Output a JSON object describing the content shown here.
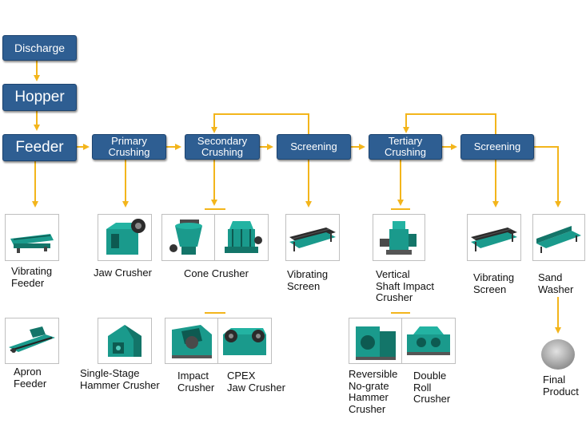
{
  "colors": {
    "step_box": "#2e5e92",
    "arrow": "#f3b51b",
    "machine": "#1a9a8c"
  },
  "process_steps": {
    "discharge": "Discharge",
    "hopper": "Hopper",
    "feeder": "Feeder",
    "primary": "Primary\nCrushing",
    "secondary": "Secondary\nCrushing",
    "screening_1": "Screening",
    "tertiary": "Tertiary\nCrushing",
    "screening_2": "Screening"
  },
  "equipment": {
    "vibrating_feeder": "Vibrating\nFeeder",
    "apron_feeder": "Apron\nFeeder",
    "jaw_crusher": "Jaw Crusher",
    "hammer_crusher": "Single-Stage\nHammer Crusher",
    "cone_crusher": "Cone Crusher",
    "impact_crusher": "Impact\nCrusher",
    "cpex_jaw_crusher": "CPEX\nJaw Crusher",
    "vibrating_screen_1": "Vibrating\nScreen",
    "vsi_crusher": "Vertical\nShaft Impact\nCrusher",
    "reversible_hammer": "Reversible\nNo-grate\nHammer\nCrusher",
    "double_roll": "Double\nRoll\nCrusher",
    "vibrating_screen_2": "Vibrating\nScreen",
    "sand_washer": "Sand\nWasher",
    "final_product": "Final\nProduct"
  },
  "icons": {
    "vibrating_feeder": "vibrating-feeder-icon",
    "apron_feeder": "apron-feeder-icon",
    "jaw_crusher": "jaw-crusher-icon",
    "hammer_crusher": "hammer-crusher-icon",
    "cone_crusher_a": "cone-crusher-icon",
    "cone_crusher_b": "cone-crusher-icon",
    "impact_crusher": "impact-crusher-icon",
    "cpex_jaw_crusher": "jaw-crusher-icon",
    "vibrating_screen_1": "vibrating-screen-icon",
    "vsi_crusher": "vsi-crusher-icon",
    "reversible_hammer": "hammer-crusher-icon",
    "double_roll": "roll-crusher-icon",
    "vibrating_screen_2": "vibrating-screen-icon",
    "sand_washer": "sand-washer-icon",
    "final_product": "sand-pile-icon"
  }
}
